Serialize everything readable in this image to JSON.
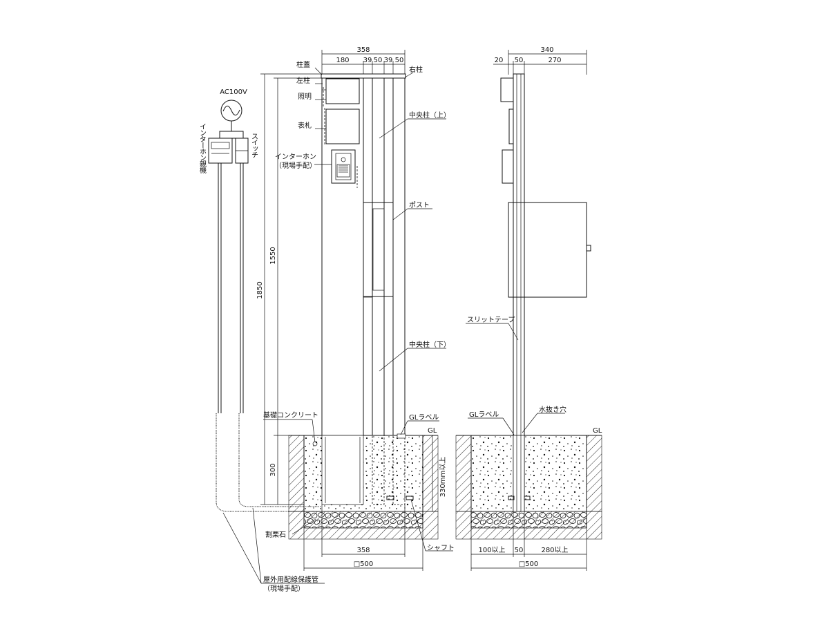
{
  "supply": "AC100V",
  "devices": {
    "intercom_master": "インターホン親機",
    "switch": "スイッチ"
  },
  "front": {
    "top_dims": [
      "358",
      "180",
      "39",
      "50",
      "39",
      "50"
    ],
    "vert_dims": [
      "1850",
      "1550",
      "300"
    ],
    "labels": {
      "cap": "柱蓋",
      "left_post": "左柱",
      "light": "照明",
      "nameplate": "表札",
      "intercom": "インターホン",
      "intercom_note": "（現場手配）",
      "right_post": "右柱",
      "center_upper": "中央柱（上）",
      "post_box": "ポスト",
      "center_lower": "中央柱（下）",
      "foundation": "基礎コンクリート",
      "gl_label": "GLラベル",
      "gl": "GL",
      "depth": "330mm以上",
      "gravel": "割栗石",
      "shaft": "シャフト",
      "conduit": "屋外用配線保護管",
      "conduit_note": "（現場手配）"
    },
    "bottom_dims": [
      "358",
      "□500"
    ]
  },
  "side": {
    "top_dims": [
      "340",
      "20",
      "50",
      "270"
    ],
    "labels": {
      "slit_tape": "スリットテープ",
      "gl_label": "GLラベル",
      "drain_hole": "水抜き穴",
      "gl": "GL"
    },
    "bottom_dims": [
      "100以上",
      "50",
      "280以上",
      "□500"
    ]
  }
}
